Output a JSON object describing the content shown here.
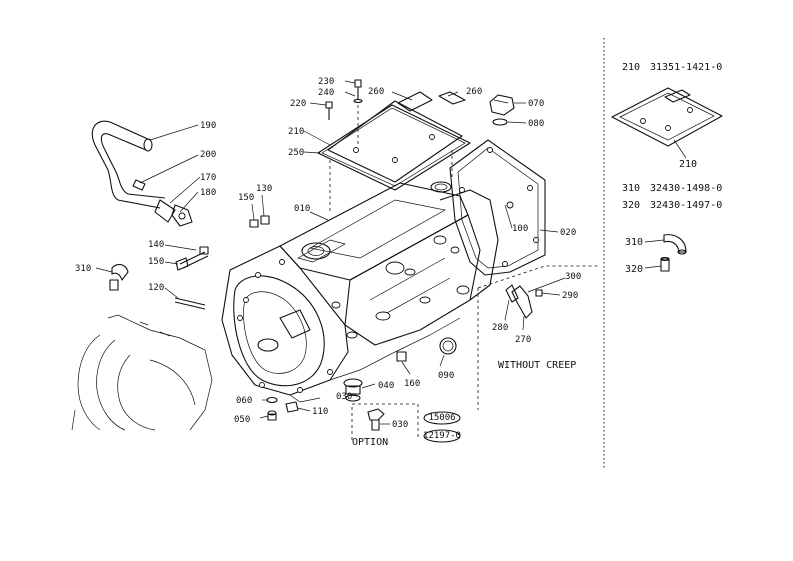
{
  "callouts": {
    "c230": "230",
    "c240": "240",
    "c220": "220",
    "c260a": "260",
    "c260b": "260",
    "c070": "070",
    "c080": "080",
    "c210": "210",
    "c250": "250",
    "c190": "190",
    "c200": "200",
    "c170": "170",
    "c180": "180",
    "c150a": "150",
    "c130": "130",
    "c010": "010",
    "c100": "100",
    "c020": "020",
    "c140": "140",
    "c150b": "150",
    "c310": "310",
    "c120": "120",
    "c300": "300",
    "c290": "290",
    "c280": "280",
    "c270": "270",
    "c090": "090",
    "c160": "160",
    "c040": "040",
    "c030a": "030",
    "c030b": "030",
    "c060": "060",
    "c110": "110",
    "c050": "050"
  },
  "notes": {
    "without_creep": "WITHOUT CREEP",
    "option": "OPTION"
  },
  "stamp": {
    "top": "15006",
    "bottom": "12197-0"
  },
  "side_panel": {
    "ref_210": "210",
    "code_210": "31351-1421-0",
    "ref_210_sub": "210",
    "ref_310": "310",
    "code_310": "32430-1498-0",
    "ref_320": "320",
    "code_320": "32430-1497-0",
    "ref_310_sub": "310",
    "ref_320_sub": "320"
  }
}
